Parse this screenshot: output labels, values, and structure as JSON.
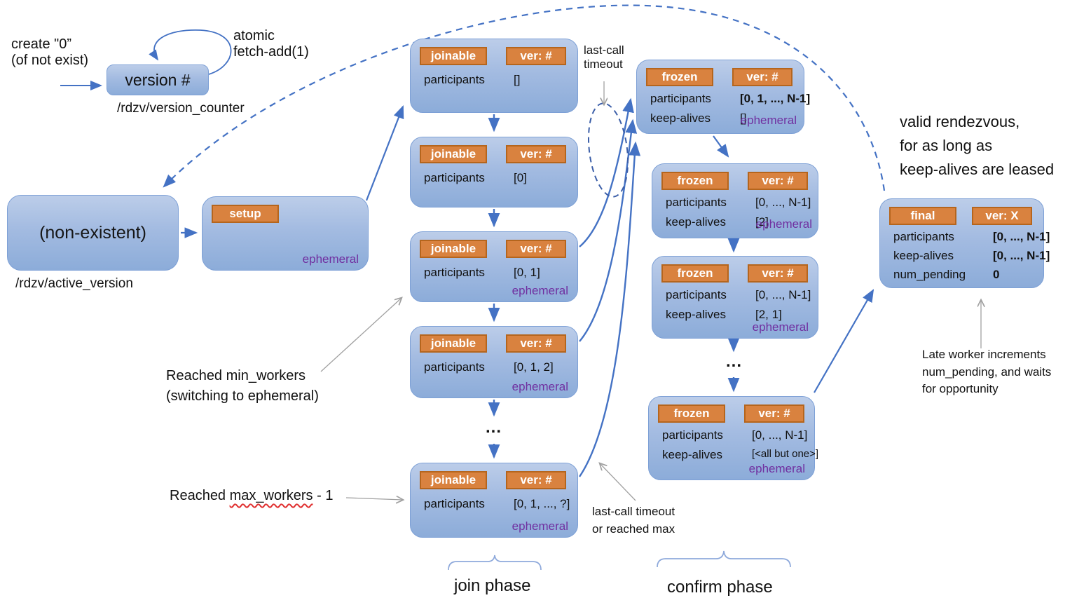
{
  "colors": {
    "box_fill_top": "#bccde9",
    "box_fill_bottom": "#8cacd9",
    "box_border": "#7da0d6",
    "tag_fill": "#d9823f",
    "tag_border": "#b5651d",
    "arrow_blue": "#4472c4",
    "arrow_gray": "#a0a0a0",
    "ephemeral_purple": "#7030a0",
    "squiggle_red": "#e03030"
  },
  "version_counter": {
    "create_label": "create \"0”\n(of not exist)",
    "loop_label": "atomic\nfetch-add(1)",
    "box_label": "version #",
    "path_label": "/rdzv/version_counter"
  },
  "active_version": {
    "box_label": "(non-existent)",
    "path_label": "/rdzv/active_version"
  },
  "setup_box": {
    "tag": "setup",
    "ephemeral": "ephemeral"
  },
  "joinable_boxes": [
    {
      "tag": "joinable",
      "ver": "ver: #",
      "participants_label": "participants",
      "participants": "[]",
      "ephemeral": ""
    },
    {
      "tag": "joinable",
      "ver": "ver: #",
      "participants_label": "participants",
      "participants": "[0]",
      "ephemeral": ""
    },
    {
      "tag": "joinable",
      "ver": "ver: #",
      "participants_label": "participants",
      "participants": "[0, 1]",
      "ephemeral": "ephemeral"
    },
    {
      "tag": "joinable",
      "ver": "ver: #",
      "participants_label": "participants",
      "participants": "[0, 1, 2]",
      "ephemeral": "ephemeral"
    },
    {
      "tag": "joinable",
      "ver": "ver: #",
      "participants_label": "participants",
      "participants": "[0, 1, ..., ?]",
      "ephemeral": "ephemeral"
    }
  ],
  "frozen_boxes": [
    {
      "tag": "frozen",
      "ver": "ver: #",
      "participants_label": "participants",
      "participants": "[0, 1, ..., N-1]",
      "keepalives_label": "keep-alives",
      "keepalives": "[]",
      "ephemeral": "ephemeral"
    },
    {
      "tag": "frozen",
      "ver": "ver: #",
      "participants_label": "participants",
      "participants": "[0, ..., N-1]",
      "keepalives_label": "keep-alives",
      "keepalives": "[2]",
      "ephemeral": "ephemeral"
    },
    {
      "tag": "frozen",
      "ver": "ver: #",
      "participants_label": "participants",
      "participants": "[0, ..., N-1]",
      "keepalives_label": "keep-alives",
      "keepalives": "[2, 1]",
      "ephemeral": "ephemeral"
    },
    {
      "tag": "frozen",
      "ver": "ver: #",
      "participants_label": "participants",
      "participants": "[0, ..., N-1]",
      "keepalives_label": "keep-alives",
      "keepalives": "[<all but one>]",
      "ephemeral": "ephemeral"
    }
  ],
  "final_box": {
    "tag": "final",
    "ver": "ver: X",
    "participants_label": "participants",
    "participants": "[0, ..., N-1]",
    "keepalives_label": "keep-alives",
    "keepalives": "[0, ..., N-1]",
    "numpending_label": "num_pending",
    "numpending": "0"
  },
  "annotations": {
    "last_call_timeout_top": "last-call\ntimeout",
    "reached_min": "Reached min_workers\n(switching to ephemeral)",
    "reached_max_prefix": "Reached ",
    "reached_max_underlined": "max_workers",
    "reached_max_suffix": " - 1",
    "last_call_or_max": "last-call timeout\nor reached max",
    "valid_rendezvous": "valid rendezvous,\nfor as long as\nkeep-alives are leased",
    "late_worker": "Late worker increments\nnum_pending, and waits\nfor opportunity",
    "join_phase": "join phase",
    "confirm_phase": "confirm phase",
    "ellipsis_join": "...",
    "ellipsis_confirm": "..."
  }
}
